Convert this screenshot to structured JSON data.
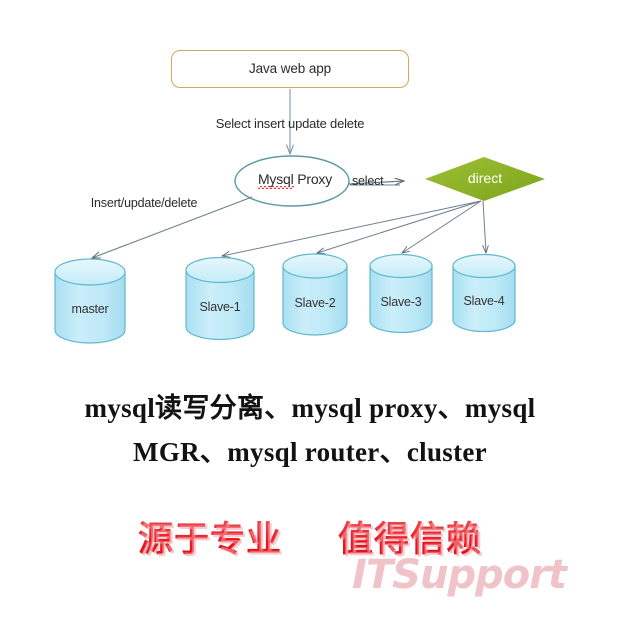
{
  "diagram": {
    "app_node": {
      "label": "Java web app"
    },
    "proxy_node": {
      "label_misspelled": "Mysql",
      "label_rest": " Proxy"
    },
    "direct_node": {
      "label": "direct"
    },
    "edges": {
      "app_to_proxy_label": "Select  insert update delete",
      "proxy_to_master_label": "Insert/update/delete",
      "proxy_to_direct_label": "select"
    },
    "databases": [
      {
        "label": "master"
      },
      {
        "label": "Slave-1"
      },
      {
        "label": "Slave-2"
      },
      {
        "label": "Slave-3"
      },
      {
        "label": "Slave-4"
      }
    ]
  },
  "headline": {
    "line1": "mysql读写分离、mysql proxy、mysql",
    "line2": "MGR、mysql router、cluster"
  },
  "slogan": {
    "left": "源于专业",
    "right": "值得信赖"
  },
  "watermark": {
    "text": "ITSupport"
  },
  "colors": {
    "app_box_border": "#d9a55c",
    "proxy_ellipse_border": "#5a9aa3",
    "direct_diamond": "#8cb228",
    "cylinder_fill": "#bfe9f5",
    "cylinder_border": "#62b8cf",
    "connector": "#5a6a78",
    "slogan_red": "#ec1c24",
    "watermark_pink": "#f0c3c8",
    "headline_black": "#121212"
  }
}
